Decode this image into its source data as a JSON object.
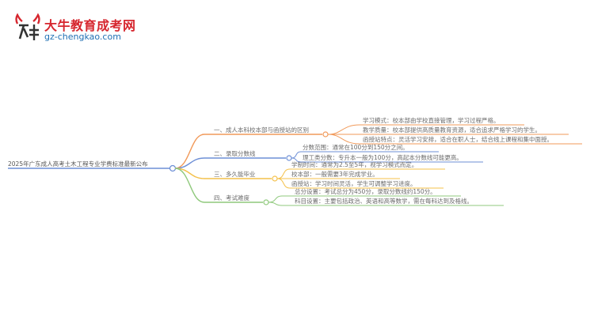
{
  "logo": {
    "title": "大牛教育成考网",
    "url": "gz-chengkao.com"
  },
  "root": "2025年广东成人高考土木工程专业学费标准最新公布",
  "branches": [
    {
      "label": "一、成人本科校本部与函授站的区别",
      "color": "#f19a5a",
      "leaves": [
        "学习模式：校本部由学校直接管理，学习过程严格。",
        "教学质量：校本部提供高质量教育资源，适合追求严格学习的学生。",
        "函授站特点：灵活学习安排，适合在职人士，结合线上课程和集中面授。"
      ]
    },
    {
      "label": "二、录取分数线",
      "color": "#6d8fd6",
      "leaves": [
        "分数范围：通常在100分到150分之间。",
        "理工类分数：专升本一般为100分，高起本分数线可能更高。"
      ]
    },
    {
      "label": "三、多久能毕业",
      "color": "#f4c04a",
      "leaves": [
        "学制时间：通常为2.5至5年，视学习模式而定。",
        "校本部：一般需要3年完成学业。",
        "函授站：学习时间灵活，学生可调整学习进度。"
      ]
    },
    {
      "label": "四、考试难度",
      "color": "#8fc97c",
      "leaves": [
        "总分设置：考试总分为450分，录取分数线约150分。",
        "科目设置：主要包括政治、英语和高等数学，需在每科达到及格线。"
      ]
    }
  ]
}
